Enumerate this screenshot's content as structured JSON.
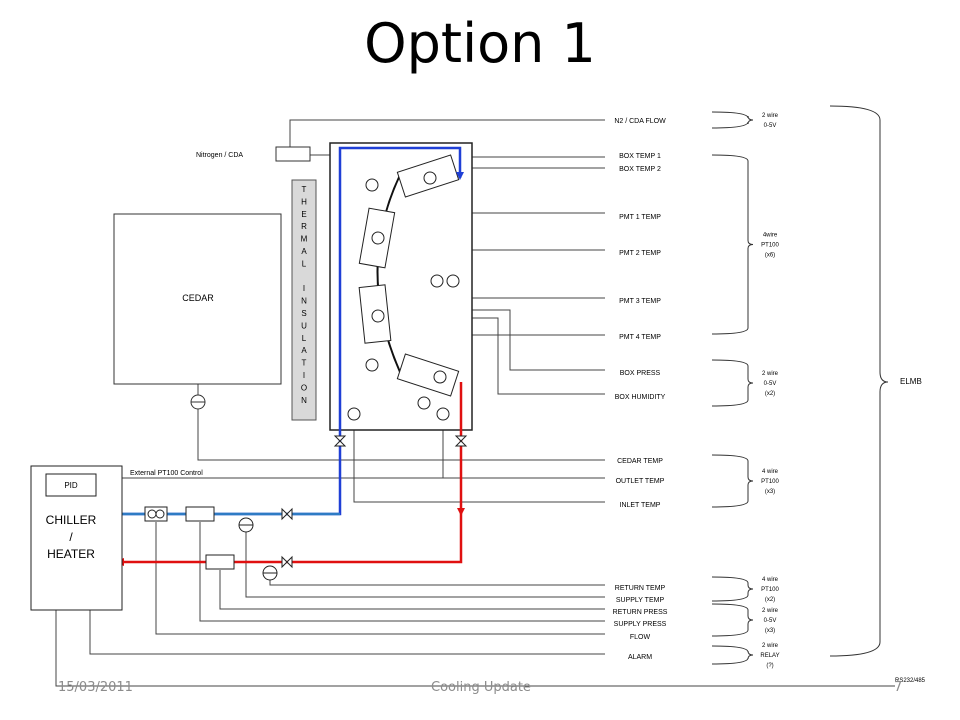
{
  "slide": {
    "title": "Option 1",
    "footer_date": "15/03/2011",
    "footer_center": "Cooling Update",
    "footer_page": "7"
  },
  "colors": {
    "cold_line": "#1f3fd6",
    "cold_line_ext": "#2e7bc4",
    "hot_line": "#e01010",
    "insulation_fill": "#d9d9d9"
  },
  "diagram": {
    "nitrogen_label": "Nitrogen / CDA",
    "cedar_label": "CEDAR",
    "insulation_label": [
      "T",
      "H",
      "E",
      "R",
      "M",
      "A",
      "L",
      "",
      "I",
      "N",
      "S",
      "U",
      "L",
      "A",
      "T",
      "I",
      "O",
      "N"
    ],
    "pid_label": "PID",
    "chiller_label": [
      "CHILLER",
      "/",
      "HEATER"
    ],
    "ext_control_label": "External PT100 Control",
    "elmb_label": "ELMB",
    "rs_label": "RS232/485",
    "signals": [
      "N2 / CDA FLOW",
      "BOX TEMP 1",
      "BOX TEMP 2",
      "PMT 1 TEMP",
      "PMT 2 TEMP",
      "PMT 3 TEMP",
      "PMT 4 TEMP",
      "BOX PRESS",
      "BOX HUMIDITY",
      "CEDAR TEMP",
      "OUTLET TEMP",
      "INLET TEMP",
      "RETURN TEMP",
      "SUPPLY TEMP",
      "RETURN PRESS",
      "SUPPLY PRESS",
      "FLOW",
      "ALARM"
    ],
    "groups": [
      [
        "2 wire",
        "0-5V"
      ],
      [
        "4wire",
        "PT100",
        "(x6)"
      ],
      [
        "2 wire",
        "0-5V",
        "(x2)"
      ],
      [
        "4 wire",
        "PT100",
        "(x3)"
      ],
      [
        "4 wire",
        "PT100",
        "(x2)"
      ],
      [
        "2 wire",
        "0-5V",
        "(x3)"
      ],
      [
        "2 wire",
        "RELAY",
        "(?)"
      ]
    ]
  }
}
